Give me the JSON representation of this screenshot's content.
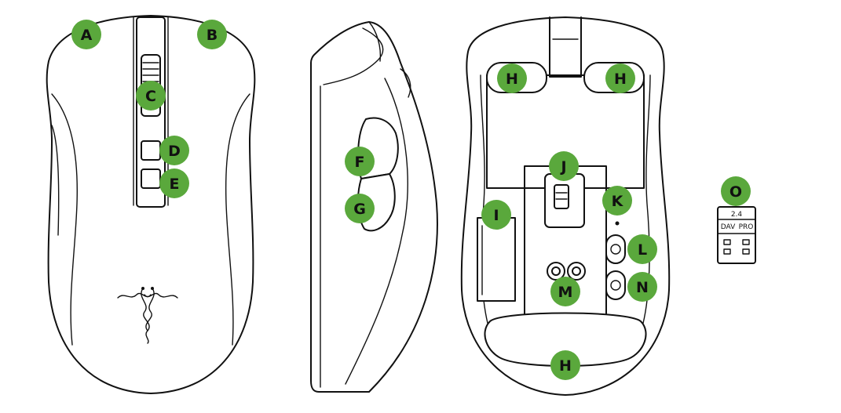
{
  "colors": {
    "callout": "#5aa83c",
    "line": "#111111",
    "background": "#ffffff"
  },
  "views": {
    "top": {
      "icon": "razer-logo-icon"
    },
    "side": {},
    "bottom": {},
    "dongle": {
      "label_top": "2.4",
      "label_mid": "DAV",
      "label_right": "PRO"
    }
  },
  "callouts": [
    {
      "id": "a",
      "letter": "A"
    },
    {
      "id": "b",
      "letter": "B"
    },
    {
      "id": "c",
      "letter": "C"
    },
    {
      "id": "d",
      "letter": "D"
    },
    {
      "id": "e",
      "letter": "E"
    },
    {
      "id": "f",
      "letter": "F"
    },
    {
      "id": "g",
      "letter": "G"
    },
    {
      "id": "h1",
      "letter": "H"
    },
    {
      "id": "h2",
      "letter": "H"
    },
    {
      "id": "h3",
      "letter": "H"
    },
    {
      "id": "i",
      "letter": "I"
    },
    {
      "id": "j",
      "letter": "J"
    },
    {
      "id": "k",
      "letter": "K"
    },
    {
      "id": "l",
      "letter": "L"
    },
    {
      "id": "m",
      "letter": "M"
    },
    {
      "id": "n",
      "letter": "N"
    },
    {
      "id": "o",
      "letter": "O"
    }
  ]
}
